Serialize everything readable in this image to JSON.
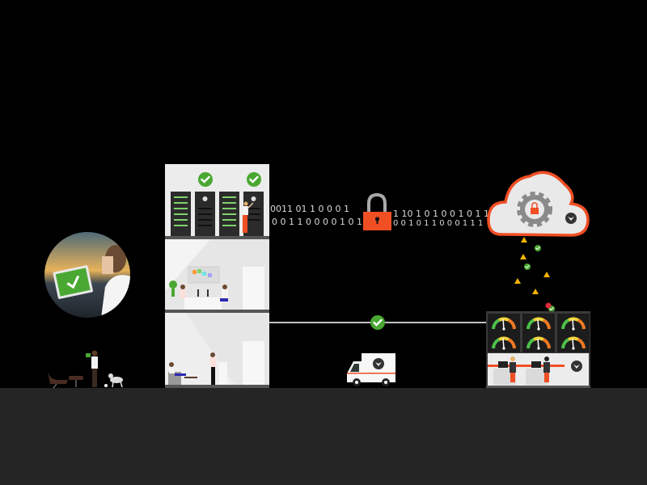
{
  "binary_stream": {
    "left_row1": "0011 01  1 0 0  0 1",
    "left_row2": "0 0  1 1 0 0 0 0 1 0 1",
    "right_row1": "1 10 1 0 1 0 0 1 0 1 1",
    "right_row2": "0 0 1 0 1 1 0 0 0 1 1 1"
  },
  "status_icons": [
    "check-icon",
    "warning-icon",
    "alert-icon"
  ],
  "colors": {
    "background": "#000000",
    "ground": "#252525",
    "accent_orange": "#f04e23",
    "check_green": "#4aa832",
    "warning_yellow": "#f5b400",
    "building_wall": "#e6e6e6",
    "server_rack": "#2b2b2b"
  }
}
